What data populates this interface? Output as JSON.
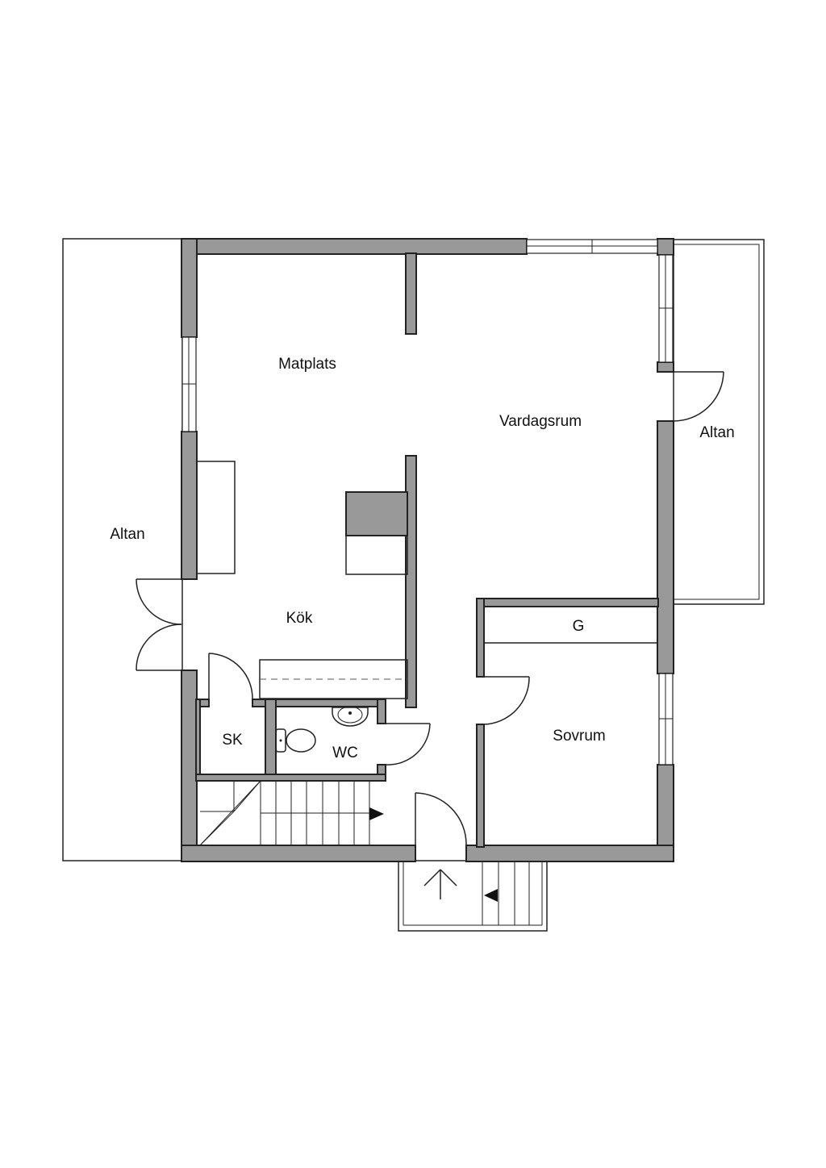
{
  "plan": {
    "rooms": {
      "matplats": "Matplats",
      "vardagsrum": "Vardagsrum",
      "altan_left": "Altan",
      "altan_right": "Altan",
      "kok": "Kök",
      "garderob": "G",
      "sk": "SK",
      "wc": "WC",
      "sovrum": "Sovrum"
    },
    "colors": {
      "wall": "#999999",
      "line": "#222222",
      "background": "#ffffff"
    },
    "icons": [
      "north-arrow-icon",
      "stair-arrow-icon",
      "toilet-icon",
      "sink-icon"
    ]
  }
}
